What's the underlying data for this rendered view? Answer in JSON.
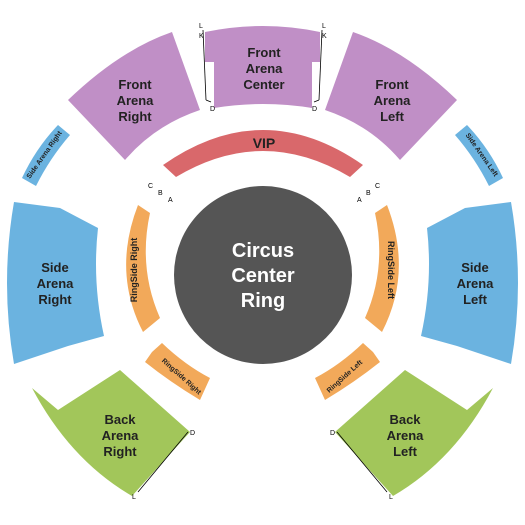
{
  "colors": {
    "purple": "#c08fc6",
    "blue": "#6bb3e0",
    "green": "#a2c65a",
    "orange": "#f2a95a",
    "red": "#d9686b",
    "center": "#555555"
  },
  "center": {
    "line1": "Circus",
    "line2": "Center",
    "line3": "Ring"
  },
  "sections": {
    "front_arena_center": {
      "line1": "Front",
      "line2": "Arena",
      "line3": "Center"
    },
    "front_arena_right": {
      "line1": "Front",
      "line2": "Arena",
      "line3": "Right"
    },
    "front_arena_left": {
      "line1": "Front",
      "line2": "Arena",
      "line3": "Left"
    },
    "side_arena_right_small": {
      "label": "Side Arena Right"
    },
    "side_arena_left_small": {
      "label": "Side Arena Left"
    },
    "vip": {
      "label": "VIP"
    },
    "side_arena_right": {
      "line1": "Side",
      "line2": "Arena",
      "line3": "Right"
    },
    "side_arena_left": {
      "line1": "Side",
      "line2": "Arena",
      "line3": "Left"
    },
    "ringside_right": {
      "label": "RingSide Right"
    },
    "ringside_left": {
      "label": "RingSide Left"
    },
    "ringside_right_small": {
      "label": "RingSide Right"
    },
    "ringside_left_small": {
      "label": "RingSide Left"
    },
    "back_arena_right": {
      "line1": "Back",
      "line2": "Arena",
      "line3": "Right"
    },
    "back_arena_left": {
      "line1": "Back",
      "line2": "Arena",
      "line3": "Left"
    }
  },
  "rows": {
    "top_left_L": "L",
    "top_left_K": "K",
    "top_left_D": "D",
    "top_right_L": "L",
    "top_right_K": "K",
    "top_right_D": "D",
    "mid_left_C": "C",
    "mid_left_B": "B",
    "mid_left_A": "A",
    "mid_right_A": "A",
    "mid_right_B": "B",
    "mid_right_C": "C",
    "bottom_left_D": "D",
    "bottom_left_L": "L",
    "bottom_right_D": "D",
    "bottom_right_L": "L"
  }
}
